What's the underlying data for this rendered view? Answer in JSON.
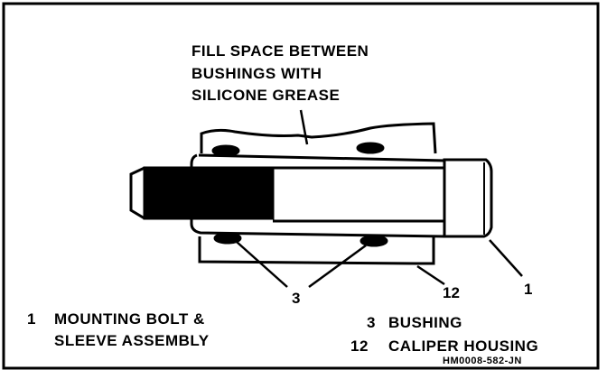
{
  "note": {
    "lines": [
      "FILL SPACE BETWEEN",
      "BUSHINGS WITH",
      "SILICONE GREASE"
    ]
  },
  "callouts": [
    "1",
    "3",
    "12"
  ],
  "legend": [
    {
      "num": "1",
      "label_lines": [
        "MOUNTING BOLT &",
        "SLEEVE ASSEMBLY"
      ]
    },
    {
      "num": "3",
      "label_lines": [
        "BUSHING"
      ]
    },
    {
      "num": "12",
      "label_lines": [
        "CALIPER HOUSING"
      ]
    }
  ],
  "figure_code": "HM0008-582-JN",
  "colors": {
    "ink": "#000000",
    "paper": "#ffffff"
  }
}
